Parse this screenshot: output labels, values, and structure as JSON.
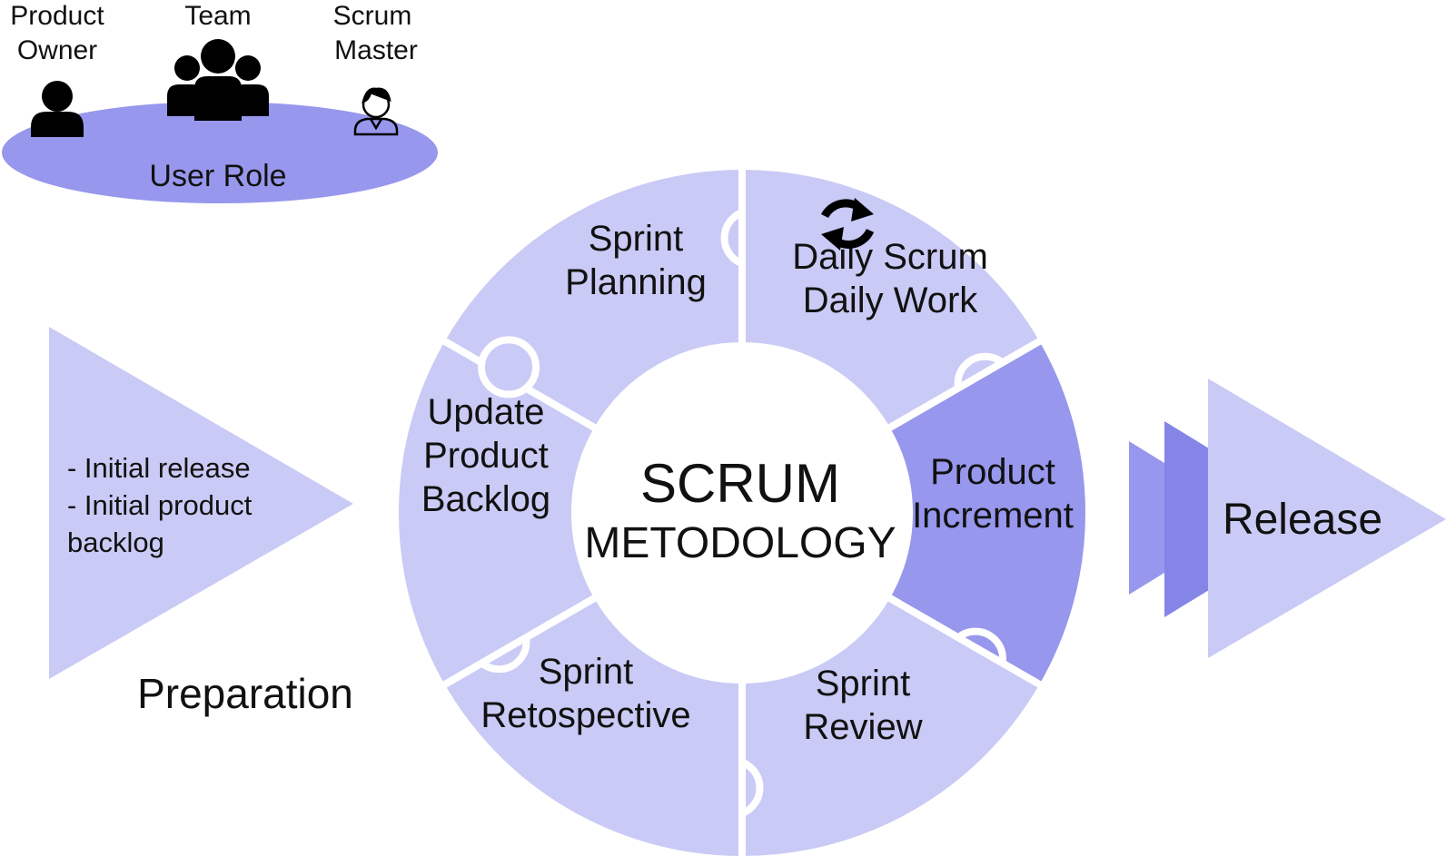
{
  "user_role": {
    "label": "User Role",
    "roles": [
      {
        "id": "product-owner",
        "lines": [
          "Product",
          "Owner"
        ],
        "icon": "person-icon"
      },
      {
        "id": "team",
        "lines": [
          "Team"
        ],
        "icon": "group-icon"
      },
      {
        "id": "scrum-master",
        "lines": [
          "Scrum",
          "Master"
        ],
        "icon": "person-outline-icon"
      }
    ]
  },
  "preparation": {
    "title": "Preparation",
    "items": [
      "- Initial release",
      "- Initial product",
      "backlog"
    ]
  },
  "center": {
    "title": "SCRUM",
    "subtitle": "METODOLOGY"
  },
  "segments": [
    {
      "id": "sprint-planning",
      "lines": [
        "Sprint",
        "Planning"
      ]
    },
    {
      "id": "daily-scrum",
      "lines": [
        "Daily Scrum",
        "Daily Work"
      ],
      "icon": "refresh-cycle-icon"
    },
    {
      "id": "product-increment",
      "lines": [
        "Product",
        "Increment"
      ],
      "highlight": true
    },
    {
      "id": "sprint-review",
      "lines": [
        "Sprint",
        "Review"
      ]
    },
    {
      "id": "sprint-retrospective",
      "lines": [
        "Sprint",
        "Retospective"
      ]
    },
    {
      "id": "update-backlog",
      "lines": [
        "Update",
        "Product",
        "Backlog"
      ]
    }
  ],
  "release": {
    "label": "Release"
  },
  "colors": {
    "light": "#cacaf6",
    "medium": "#9797ed",
    "dark": "#8585e8",
    "ellipse": "#9797ed",
    "text": "#111111"
  }
}
